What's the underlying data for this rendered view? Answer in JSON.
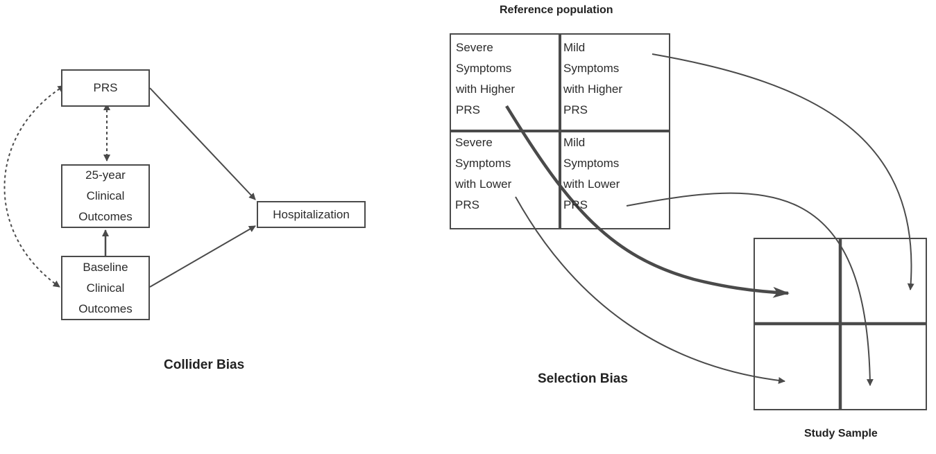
{
  "collider": {
    "title": "Collider Bias",
    "nodes": {
      "prs": "PRS",
      "outcomes25": [
        "25-year",
        "Clinical",
        "Outcomes"
      ],
      "baseline": [
        "Baseline",
        "Clinical",
        "Outcomes"
      ],
      "hospitalization": "Hospitalization"
    }
  },
  "selection": {
    "title": "Selection Bias",
    "reference_title": "Reference population",
    "sample_title": "Study Sample",
    "cells": {
      "severe_higher": [
        "Severe",
        "Symptoms",
        "with Higher",
        "PRS"
      ],
      "mild_higher": [
        "Mild",
        "Symptoms",
        "with Higher",
        "PRS"
      ],
      "severe_lower": [
        "Severe",
        "Symptoms",
        "with Lower",
        "PRS"
      ],
      "mild_lower": [
        "Mild",
        "Symptoms",
        "with Lower",
        "PRS"
      ]
    }
  },
  "colors": {
    "stroke": "#4a4a4a",
    "text": "#2b2b2b"
  }
}
